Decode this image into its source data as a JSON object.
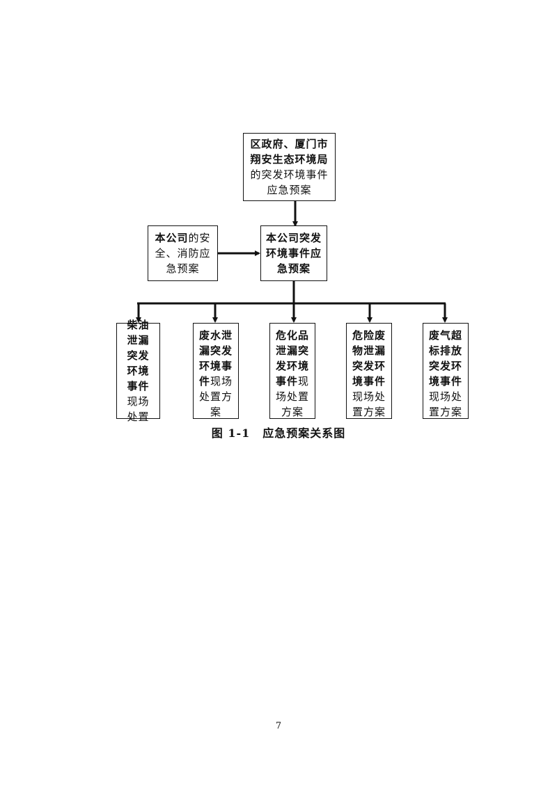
{
  "top_box": {
    "bold_lines": [
      "区政府、厦门市",
      "翔安生态环境局"
    ],
    "normal_lines": [
      "的突发环境事件",
      "应急预案"
    ]
  },
  "left_box": {
    "line1_bold": "本公司",
    "line1_normal": "的安",
    "line2": "全、消防应",
    "line3": "急预案"
  },
  "center_box": {
    "lines": [
      "本公司突发",
      "环境事件应",
      "急预案"
    ]
  },
  "bottom_boxes": [
    {
      "bold": [
        "柴油",
        "泄漏",
        "突发",
        "环境",
        "事件"
      ],
      "normal": [
        "现场",
        "处置"
      ],
      "mixed_bold": "",
      "mixed_normal": ""
    },
    {
      "bold": [
        "废水泄",
        "漏突发",
        "环境事"
      ],
      "normal": [
        "处置方",
        "案"
      ],
      "mixed_bold": "件",
      "mixed_normal": "现场"
    },
    {
      "bold": [
        "危化品",
        "泄漏突",
        "发环境"
      ],
      "normal": [
        "场处置",
        "方案"
      ],
      "mixed_bold": "事件",
      "mixed_normal": "现"
    },
    {
      "bold": [
        "危险废",
        "物泄漏",
        "突发环",
        "境事件"
      ],
      "normal": [
        "现场处",
        "置方案"
      ],
      "mixed_bold": "",
      "mixed_normal": ""
    },
    {
      "bold": [
        "废气超",
        "标排放",
        "突发环",
        "境事件"
      ],
      "normal": [
        "现场处",
        "置方案"
      ],
      "mixed_bold": "",
      "mixed_normal": ""
    }
  ],
  "caption": {
    "number": "图 1-1",
    "title": "应急预案关系图"
  },
  "page_number": "7"
}
